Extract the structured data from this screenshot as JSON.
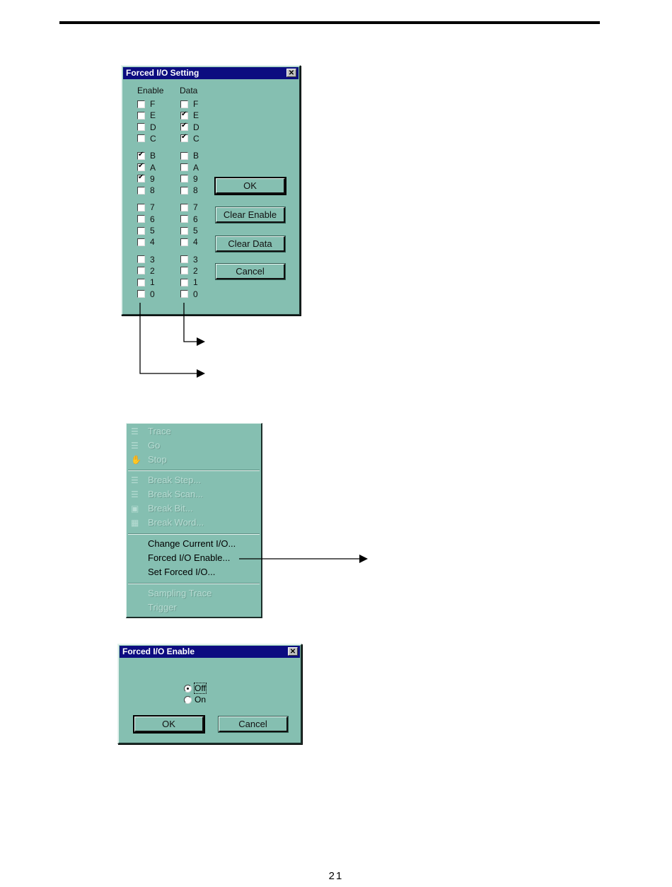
{
  "forced_io_setting": {
    "title": "Forced I/O Setting",
    "close_glyph": "✕",
    "enable_header": "Enable",
    "data_header": "Data",
    "bits": [
      "F",
      "E",
      "D",
      "C",
      "B",
      "A",
      "9",
      "8",
      "7",
      "6",
      "5",
      "4",
      "3",
      "2",
      "1",
      "0"
    ],
    "enable_checked": [
      "B",
      "A",
      "9"
    ],
    "data_checked": [
      "E",
      "D",
      "C"
    ],
    "buttons": {
      "ok": "OK",
      "clear_enable": "Clear Enable",
      "clear_data": "Clear Data",
      "cancel": "Cancel"
    }
  },
  "debug_menu": {
    "items": [
      {
        "label": "Trace",
        "enabled": false,
        "icon": "trace-icon"
      },
      {
        "label": "Go",
        "enabled": false,
        "icon": "go-icon"
      },
      {
        "label": "Stop",
        "enabled": false,
        "icon": "stop-hand-icon"
      },
      {
        "label": "Break Step...",
        "enabled": false,
        "icon": "break-step-icon"
      },
      {
        "label": "Break Scan...",
        "enabled": false,
        "icon": "break-scan-icon"
      },
      {
        "label": "Break Bit...",
        "enabled": false,
        "icon": "break-bit-icon"
      },
      {
        "label": "Break Word...",
        "enabled": false,
        "icon": "break-word-icon"
      },
      {
        "label": "Change Current I/O...",
        "enabled": true
      },
      {
        "label": "Forced I/O Enable...",
        "enabled": true
      },
      {
        "label": "Set Forced I/O...",
        "enabled": true
      },
      {
        "label": "Sampling Trace",
        "enabled": false
      },
      {
        "label": "Trigger",
        "enabled": false
      }
    ]
  },
  "forced_io_enable": {
    "title": "Forced I/O Enable",
    "close_glyph": "✕",
    "options": [
      "Off",
      "On"
    ],
    "selected": "Off",
    "buttons": {
      "ok": "OK",
      "cancel": "Cancel"
    }
  },
  "page_number": "21",
  "colors": {
    "dialog_face": "#85bfb1",
    "titlebar": "#0c0c80",
    "disabled_text": "#b8ddd4"
  }
}
